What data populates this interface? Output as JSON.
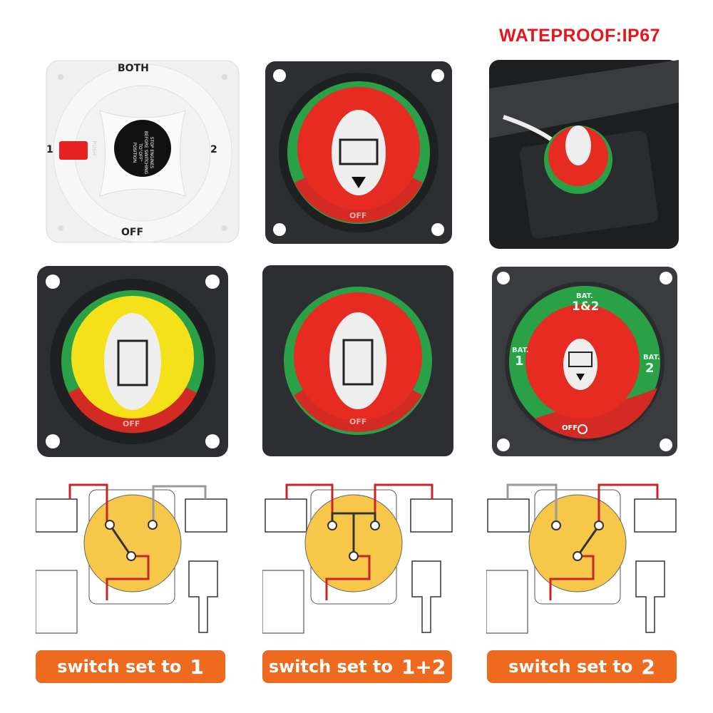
{
  "header": {
    "title": "WATEPROOF:IP67"
  },
  "products": {
    "white_switch": {
      "top": "BOTH",
      "left": "1",
      "right": "2",
      "bottom": "OFF",
      "center_text": [
        "STOP ENGINES",
        "BEFORE SWITCHING",
        "TO\"OFF\"",
        "POSITION"
      ],
      "push": "PUSH"
    },
    "red_switch": {
      "off": "OFF"
    },
    "yellow_switch": {
      "off": "OFF"
    },
    "big_switch": {
      "top_small": "BAT.",
      "top": "1&2",
      "left_small": "BAT.",
      "left": "1",
      "right_small": "BAT.",
      "right": "2",
      "off": "OFF"
    }
  },
  "wiring": [
    {
      "label": "switch set to",
      "setting": "1"
    },
    {
      "label": "switch set to",
      "setting": "1+2"
    },
    {
      "label": "switch set to",
      "setting": "2"
    }
  ],
  "colors": {
    "accent": "#ee6a1e",
    "title": "#e8141c",
    "knob_red": "#e52b22",
    "ring_green": "#2aa047",
    "knob_yellow": "#f5e11a",
    "diagram_yellow": "#f7c74a",
    "wire_red": "#c8252a"
  }
}
